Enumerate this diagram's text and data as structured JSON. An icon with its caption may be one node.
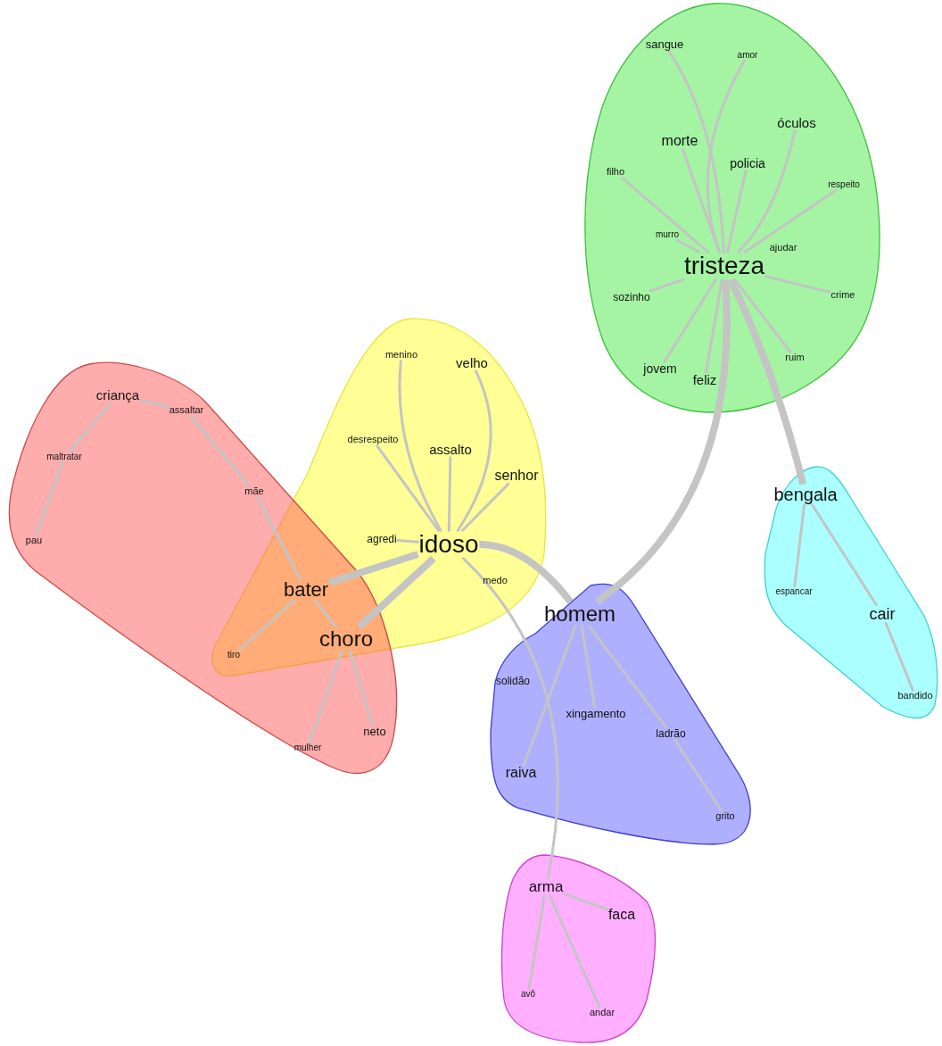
{
  "diagram": {
    "nodes": [
      {
        "text": [],
        "shape": "cloud"
      },
      {
        "text": [
          "sangue"
        ],
        "in": 0
      },
      {
        "text": [
          "amor"
        ],
        "in": 0
      },
      {
        "text": [
          "óculos"
        ],
        "in": 0
      },
      {
        "text": [
          "morte"
        ],
        "in": 0
      },
      {
        "text": [
          "policia"
        ],
        "in": 0
      },
      {
        "text": [
          "filho"
        ],
        "in": 0
      },
      {
        "text": [
          "respeito"
        ],
        "in": 0
      },
      {
        "text": [
          "murro"
        ],
        "in": 0
      },
      {
        "text": [
          "ajudar"
        ],
        "in": 0
      },
      {
        "text": [
          "tristeza"
        ],
        "in": 0
      },
      {
        "text": [
          "sozinho"
        ],
        "in": 0
      },
      {
        "text": [
          "crime"
        ],
        "in": 0
      },
      {
        "text": [
          "ruim"
        ],
        "in": 0
      },
      {
        "text": [
          "jovem"
        ],
        "in": 0
      },
      {
        "text": [
          "feliz"
        ],
        "in": 0
      },
      {
        "text": [],
        "shape": "cloud"
      },
      {
        "text": [
          "menino"
        ],
        "in": 16
      },
      {
        "text": [
          "velho"
        ],
        "in": 16
      },
      {
        "text": [
          "desrespeito"
        ],
        "in": 16
      },
      {
        "text": [
          "assalto"
        ],
        "in": 16
      },
      {
        "text": [
          "senhor"
        ],
        "in": 16
      },
      {
        "text": [
          "agredi"
        ],
        "in": 16
      },
      {
        "text": [
          "idoso"
        ],
        "in": 16
      },
      {
        "text": [
          "medo"
        ],
        "in": 16
      },
      {
        "text": [],
        "shape": "cloud"
      },
      {
        "text": [
          "criança"
        ],
        "in": 25
      },
      {
        "text": [
          "assaltar"
        ],
        "in": 25
      },
      {
        "text": [
          "maltratar"
        ],
        "in": 25
      },
      {
        "text": [
          "mãe"
        ],
        "in": 25
      },
      {
        "text": [
          "pau"
        ],
        "in": 25
      },
      {
        "text": [
          "mulher"
        ],
        "in": 25
      },
      {
        "text": [
          "neto"
        ],
        "in": 25
      },
      {
        "text": [
          "bater"
        ]
      },
      {
        "text": [
          "choro"
        ]
      },
      {
        "text": [
          "tiro"
        ]
      },
      {
        "text": [],
        "shape": "cloud"
      },
      {
        "text": [
          "bengala"
        ],
        "in": 36
      },
      {
        "text": [
          "espancar"
        ],
        "in": 36
      },
      {
        "text": [
          "cair"
        ],
        "in": 36
      },
      {
        "text": [
          "bandido"
        ],
        "in": 36
      },
      {
        "text": [],
        "shape": "cloud"
      },
      {
        "text": [
          "homem"
        ],
        "in": 41
      },
      {
        "text": [
          "solidão"
        ],
        "in": 41
      },
      {
        "text": [
          "xingamento"
        ],
        "in": 41
      },
      {
        "text": [
          "ladrão"
        ],
        "in": 41
      },
      {
        "text": [
          "raiva"
        ],
        "in": 41
      },
      {
        "text": [
          "grito"
        ],
        "in": 41
      },
      {
        "text": [],
        "shape": "cloud"
      },
      {
        "text": [
          "arma"
        ],
        "in": 48
      },
      {
        "text": [
          "faca"
        ],
        "in": 48
      },
      {
        "text": [
          "avô"
        ],
        "in": 48
      },
      {
        "text": [
          "andar"
        ],
        "in": 48
      }
    ],
    "edges": [
      {
        "from": 10,
        "to": 1,
        "arrow": "none"
      },
      {
        "from": 10,
        "to": 2,
        "arrow": "none"
      },
      {
        "from": 10,
        "to": 3,
        "arrow": "none"
      },
      {
        "from": 10,
        "to": 4,
        "arrow": "none"
      },
      {
        "from": 10,
        "to": 5,
        "arrow": "none"
      },
      {
        "from": 10,
        "to": 6,
        "arrow": "none"
      },
      {
        "from": 10,
        "to": 7,
        "arrow": "none"
      },
      {
        "from": 10,
        "to": 8,
        "arrow": "none"
      },
      {
        "from": 10,
        "to": 11,
        "arrow": "none"
      },
      {
        "from": 10,
        "to": 12,
        "arrow": "none"
      },
      {
        "from": 10,
        "to": 13,
        "arrow": "none"
      },
      {
        "from": 10,
        "to": 14,
        "arrow": "none"
      },
      {
        "from": 10,
        "to": 15,
        "arrow": "none"
      },
      {
        "from": 10,
        "to": 42,
        "arrow": "none",
        "style": "thick"
      },
      {
        "from": 10,
        "to": 37,
        "arrow": "none",
        "style": "thick"
      },
      {
        "from": 23,
        "to": 17,
        "arrow": "none"
      },
      {
        "from": 23,
        "to": 18,
        "arrow": "none"
      },
      {
        "from": 23,
        "to": 19,
        "arrow": "none"
      },
      {
        "from": 23,
        "to": 20,
        "arrow": "none"
      },
      {
        "from": 23,
        "to": 21,
        "arrow": "none"
      },
      {
        "from": 23,
        "to": 22,
        "arrow": "none"
      },
      {
        "from": 23,
        "to": 42,
        "arrow": "none",
        "style": "thick"
      },
      {
        "from": 23,
        "to": 33,
        "arrow": "none",
        "style": "thick"
      },
      {
        "from": 23,
        "to": 34,
        "arrow": "none",
        "style": "thick"
      },
      {
        "from": 23,
        "to": 49,
        "arrow": "none"
      },
      {
        "from": 26,
        "to": 27,
        "arrow": "none"
      },
      {
        "from": 26,
        "to": 28,
        "arrow": "none"
      },
      {
        "from": 28,
        "to": 30,
        "arrow": "none"
      },
      {
        "from": 27,
        "to": 29,
        "arrow": "none"
      },
      {
        "from": 29,
        "to": 33,
        "arrow": "none"
      },
      {
        "from": 33,
        "to": 35,
        "arrow": "none"
      },
      {
        "from": 33,
        "to": 34,
        "arrow": "none"
      },
      {
        "from": 34,
        "to": 31,
        "arrow": "none"
      },
      {
        "from": 34,
        "to": 32,
        "arrow": "none"
      },
      {
        "from": 37,
        "to": 38,
        "arrow": "none"
      },
      {
        "from": 37,
        "to": 39,
        "arrow": "none"
      },
      {
        "from": 39,
        "to": 40,
        "arrow": "none"
      },
      {
        "from": 42,
        "to": 46,
        "arrow": "none"
      },
      {
        "from": 42,
        "to": 44,
        "arrow": "none"
      },
      {
        "from": 42,
        "to": 45,
        "arrow": "none"
      },
      {
        "from": 45,
        "to": 47,
        "arrow": "none"
      },
      {
        "from": 49,
        "to": 50,
        "arrow": "none"
      },
      {
        "from": 49,
        "to": 51,
        "arrow": "none"
      },
      {
        "from": 49,
        "to": 52,
        "arrow": "none"
      }
    ]
  }
}
